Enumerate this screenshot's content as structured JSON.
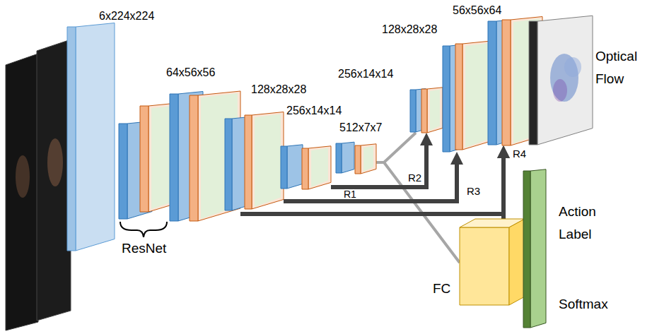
{
  "diagram": {
    "nodes": [
      {
        "text": [
          "6x224x224"
        ]
      },
      {
        "text": [
          "64x56x56"
        ]
      },
      {
        "text": [
          "128x28x28"
        ]
      },
      {
        "text": [
          "256x14x14"
        ]
      },
      {
        "text": [
          "512x7x7"
        ]
      },
      {
        "text": [
          "256x14x14",
          "R2"
        ]
      },
      {
        "text": [
          "128x28x28",
          "R3"
        ]
      },
      {
        "text": [
          "56x56x64",
          "R4"
        ]
      },
      {
        "text": [
          "Optical Flow"
        ]
      },
      {
        "text": [
          "FC"
        ]
      },
      {
        "text": [
          "Action Label",
          "Softmax"
        ]
      }
    ],
    "edges": [
      {
        "from": 4,
        "to": 5,
        "arrow": "none"
      },
      {
        "from": 4,
        "to": 9,
        "arrow": "none"
      },
      {
        "from": 3,
        "to": 5,
        "label": "R1",
        "arrow": "to"
      },
      {
        "from": 2,
        "to": 6,
        "arrow": "to"
      },
      {
        "from": 1,
        "to": 7,
        "arrow": "to"
      },
      {
        "from": 9,
        "to": 7,
        "arrow": "to"
      }
    ],
    "labels": [
      "ResNet"
    ]
  }
}
